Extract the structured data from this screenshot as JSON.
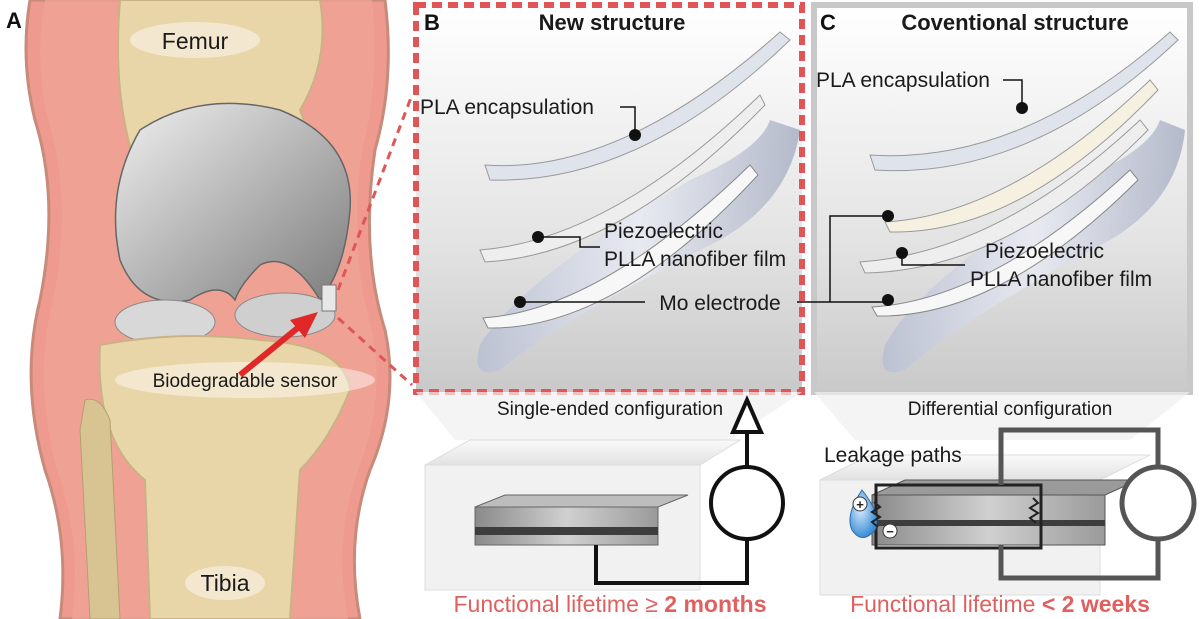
{
  "panelA": {
    "letter": "A",
    "femur": "Femur",
    "tibia": "Tibia",
    "sensor": "Biodegradable sensor"
  },
  "panelB": {
    "letter": "B",
    "title": "New structure",
    "pla": "PLA encapsulation",
    "piezo_line1": "Piezoelectric",
    "piezo_line2": "PLLA nanofiber film",
    "configuration": "Single-ended configuration",
    "lifetime_prefix": "Functional lifetime ≥ ",
    "lifetime_value": "2 months"
  },
  "panelC": {
    "letter": "C",
    "title": "Coventional structure",
    "pla": "PLA encapsulation",
    "piezo_line1": "Piezoelectric",
    "piezo_line2": "PLLA nanofiber film",
    "configuration": "Differential configuration",
    "leakage": "Leakage paths",
    "lifetime_prefix": "Functional lifetime ",
    "lifetime_value": "< 2 weeks",
    "plus": "+",
    "minus": "−"
  },
  "shared": {
    "mo_electrode": "Mo electrode"
  },
  "colors": {
    "tissue": "#ee9a8e",
    "bone": "#e9d6a8",
    "cartilage": "#b5b5b5",
    "accent_red": "#e05555",
    "lifetime_text": "#e06060"
  }
}
